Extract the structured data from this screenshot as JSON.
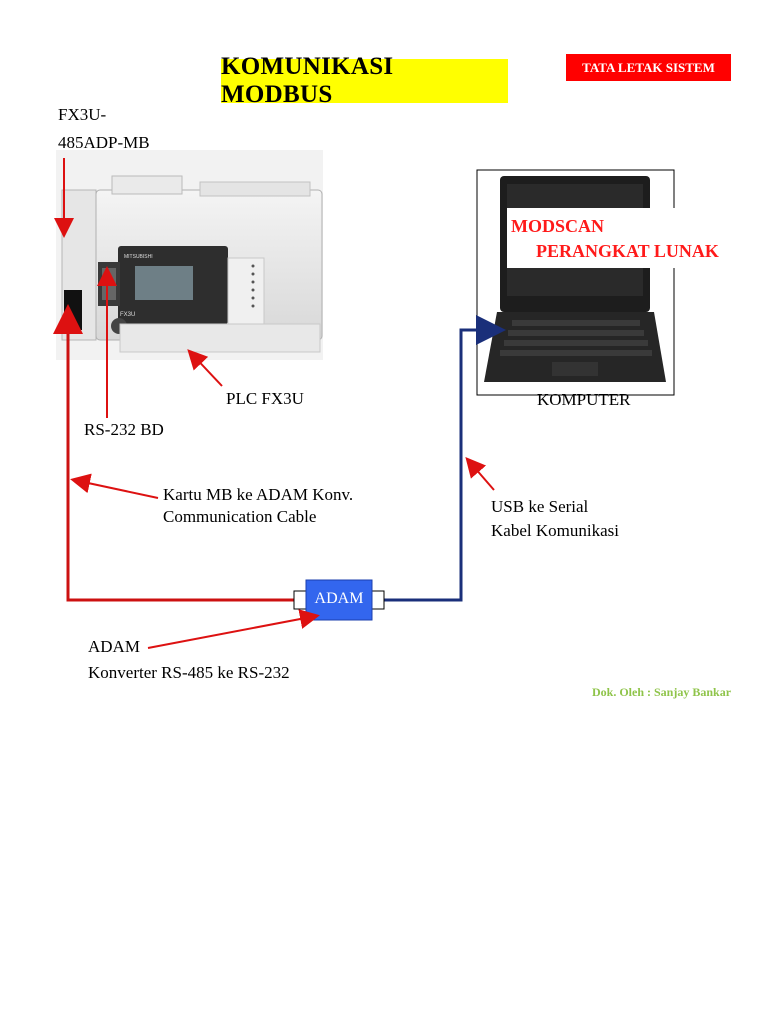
{
  "header": {
    "title": "KOMUNIKASI MODBUS",
    "tag": "TATA LETAK SISTEM"
  },
  "labels": {
    "fx3u_line1": "FX3U-",
    "fx3u_line2": "485ADP-MB",
    "plc": "PLC FX3U",
    "rs232": "RS-232 BD",
    "komputer": "KOMPUTER",
    "cable_line1": "Kartu MB ke ADAM Konv.",
    "cable_line2": "Communication Cable",
    "usb_line1": "USB ke Serial",
    "usb_line2": "Kabel Komunikasi",
    "adam_box": "ADAM",
    "adam_line1": "ADAM",
    "adam_line2": "Konverter RS-485 ke RS-232",
    "modscan_line1": "MODSCAN",
    "modscan_line2": "PERANGKAT LUNAK",
    "credit": "Dok. Oleh : Sanjay Bankar"
  },
  "colors": {
    "title_bg": "#ffff00",
    "tag_bg": "#ff0000",
    "red_line": "#cc1111",
    "blue_line": "#1a2f7a",
    "adam_fill": "#3366ee",
    "credit_text": "#8fc44a"
  }
}
